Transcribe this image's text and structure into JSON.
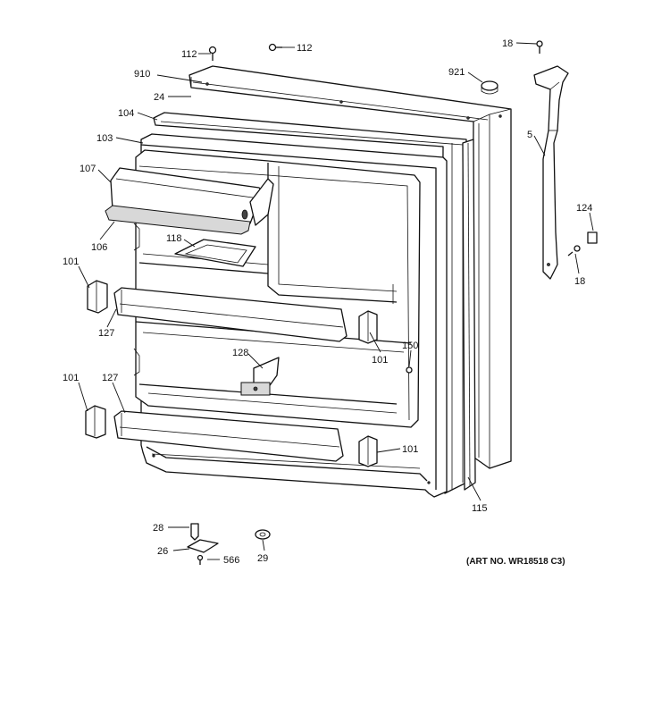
{
  "labels": {
    "p112a": "112",
    "p112b": "112",
    "p18a": "18",
    "p910": "910",
    "p921": "921",
    "p24": "24",
    "p104": "104",
    "p103": "103",
    "p5": "5",
    "p107": "107",
    "p124": "124",
    "p118": "118",
    "p106": "106",
    "p18b": "18",
    "p101a": "101",
    "p127a": "127",
    "p101b": "101",
    "p150": "150",
    "p128": "128",
    "p101c": "101",
    "p127b": "127",
    "p101d": "101",
    "p115": "115",
    "p28": "28",
    "p29": "29",
    "p26": "26",
    "p566": "566"
  },
  "art_number": "(ART NO. WR18518 C3)"
}
